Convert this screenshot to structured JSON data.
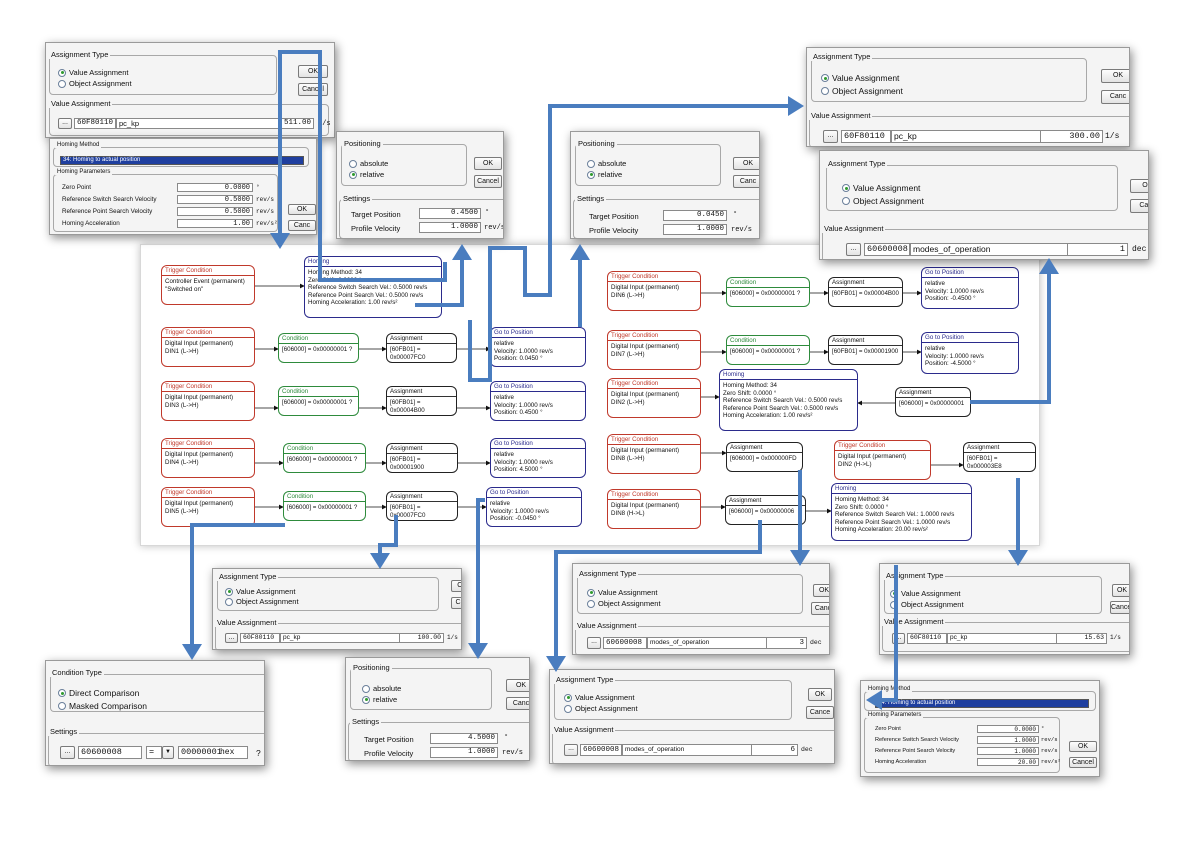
{
  "common": {
    "ok": "OK",
    "cancel": "Cancel",
    "assignment_type": "Assignment Type",
    "value_assignment_radio": "Value Assignment",
    "object_assignment_radio": "Object Assignment",
    "value_assignment_group": "Value Assignment",
    "positioning": "Positioning",
    "absolute": "absolute",
    "relative": "relative",
    "settings": "Settings",
    "target_position": "Target Position",
    "profile_velocity": "Profile Velocity",
    "ellipsis": "...",
    "homing_method": "Homing Method",
    "homing_parameters": "Homing Parameters",
    "zero_point": "Zero Point",
    "ref_switch_speed": "Reference Switch Search Velocity",
    "ref_point_speed": "Reference Point Search Velocity",
    "homing_accel": "Homing Acceleration",
    "homing_option": "34: Homing to actual position",
    "trigger_condition": "Trigger Condition",
    "condition": "Condition",
    "assignment": "Assignment",
    "go_to_position": "Go to Position",
    "homing": "Homing"
  },
  "dialogs": {
    "tl_assign": {
      "object": "60F80110",
      "name": "pc_kp",
      "value": "511.00",
      "unit": "1/s"
    },
    "tl_homing": {
      "zero": "0.0000",
      "zero_unit": "°",
      "sw": "0.5000",
      "sw_unit": "rev/s",
      "pt": "0.5000",
      "pt_unit": "rev/s",
      "acc": "1.00",
      "acc_unit": "rev/s²",
      "ok_partial": "OK",
      "cancel_partial": "Canc"
    },
    "pos_045": {
      "target": "0.4500",
      "target_unit": "°",
      "vel": "1.0000",
      "vel_unit": "rev/s"
    },
    "pos_0045": {
      "target": "0.0450",
      "target_unit": "°",
      "vel": "1.0000",
      "vel_unit": "rev/s",
      "ok_partial": "OK",
      "cancel_partial": "Canc"
    },
    "tr_assign_a": {
      "object": "60F80110",
      "name": "pc_kp",
      "value": "300.00",
      "unit": "1/s",
      "ok_partial": "OK",
      "cancel_partial": "Canc"
    },
    "tr_assign_b": {
      "object": "60600008",
      "name": "modes_of_operation",
      "value": "1",
      "unit": "dec",
      "ok_partial": "O",
      "cancel_partial": "Car"
    },
    "b_assign_100": {
      "object": "60F80110",
      "name": "pc_kp",
      "value": "100.00",
      "unit": "1/s",
      "ok_partial": "O",
      "cancel_partial": "Ca"
    },
    "b_assign_3": {
      "object": "60600008",
      "name": "modes_of_operation",
      "value": "3",
      "unit": "dec",
      "cancel_partial": "Canc"
    },
    "b_assign_1563": {
      "object": "60F80110",
      "name": "pc_kp",
      "value": "15.63",
      "unit": "1/s",
      "cancel_partial": "Cance"
    },
    "b_condition": {
      "title": "Condition Type",
      "direct": "Direct Comparison",
      "masked": "Masked Comparison",
      "object": "60600008",
      "op": "=",
      "value": "00000001",
      "fmt": "hex",
      "help": "?"
    },
    "b_pos_45": {
      "target": "4.5000",
      "target_unit": "°",
      "vel": "1.0000",
      "vel_unit": "rev/s",
      "ok_partial": "OK",
      "cancel_partial": "Canc"
    },
    "b_assign_6": {
      "object": "60600008",
      "name": "modes_of_operation",
      "value": "6",
      "unit": "dec",
      "cancel_partial": "Cance"
    },
    "b_homing": {
      "zero": "0.0000",
      "zero_unit": "°",
      "sw": "1.0000",
      "sw_unit": "rev/s",
      "pt": "1.0000",
      "pt_unit": "rev/s",
      "acc": "20.00",
      "acc_unit": "rev/s²"
    }
  },
  "diagram": {
    "t0": "Controller Event (permanent)\n\"Switched on\"",
    "h0": "Homing Method: 34\nZero Shift: 0.0000 °\nReference Switch Search Vel.: 0.5000 rev/s\nReference Point Search Vel.: 0.5000 rev/s\nHoming Acceleration: 1.00 rev/s²",
    "t1": "Digital Input (permanent)\nDIN1 (L->H)",
    "c1": "[606000] = 0x00000001 ?",
    "a1": "[60FB01] = 0x00007FC0",
    "g1": "relative\nVelocity: 1.0000 rev/s\nPosition: 0.0450 °",
    "t2": "Digital Input (permanent)\nDIN3 (L->H)",
    "c2": "[606000] = 0x00000001 ?",
    "a2": "[60FB01] = 0x00004B00",
    "g2": "relative\nVelocity: 1.0000 rev/s\nPosition: 0.4500 °",
    "t3": "Digital Input (permanent)\nDIN4 (L->H)",
    "c3": "[606000] = 0x00000001 ?",
    "a3": "[60FB01] = 0x00001900",
    "g3": "relative\nVelocity: 1.0000 rev/s\nPosition: 4.5000 °",
    "t4": "Digital Input (permanent)\nDIN5 (L->H)",
    "c4": "[606000] = 0x00000001 ?",
    "a4": "[60FB01] = 0x00007FC0",
    "g4": "relative\nVelocity: 1.0000 rev/s\nPosition: -0.0450 °",
    "t5": "Digital Input (permanent)\nDIN6 (L->H)",
    "c5": "[606000] = 0x00000001 ?",
    "a5": "[60FB01] = 0x00004B00",
    "g5": "relative\nVelocity: 1.0000 rev/s\nPosition: -0.4500 °",
    "t6": "Digital Input (permanent)\nDIN7 (L->H)",
    "c6": "[606000] = 0x00000001 ?",
    "a6": "[60FB01] = 0x00001900",
    "g6": "relative\nVelocity: 1.0000 rev/s\nPosition: -4.5000 °",
    "t7": "Digital Input (permanent)\nDIN2 (L->H)",
    "h7": "Homing Method: 34\nZero Shift: 0.0000 °\nReference Switch Search Vel.: 0.5000 rev/s\nReference Point Search Vel.: 0.5000 rev/s\nHoming Acceleration: 1.00 rev/s²",
    "a7": "[606000] = 0x00000001",
    "t8": "Digital Input (permanent)\nDIN8 (L->H)",
    "a8": "[606000] = 0x000000FD",
    "t9": "Digital Input (permanent)\nDIN2 (H->L)",
    "a9": "[60FB01] = 0x000003E8",
    "t10": "Digital Input (permanent)\nDIN8 (H->L)",
    "a10": "[606000] = 0x00000006",
    "h10": "Homing Method: 34\nZero Shift: 0.0000 °\nReference Switch Search Vel.: 1.0000 rev/s\nReference Point Search Vel.: 1.0000 rev/s\nHoming Acceleration: 20.00 rev/s²"
  },
  "colors": {
    "arrow": "#4a7dbf",
    "trigger": "#c0392b",
    "condition": "#2e8b3c",
    "target": "#2b2b8c"
  }
}
